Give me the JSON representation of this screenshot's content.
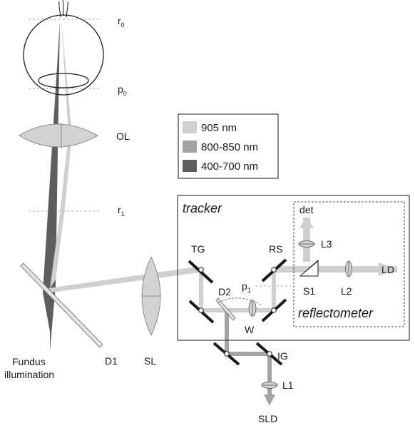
{
  "colors": {
    "beam_905": "#cfcfcf",
    "beam_800_850": "#a3a3a3",
    "beam_400_700": "#5e5e5e",
    "lens_fill": "#d2d2d2",
    "line": "#1a1a1a",
    "dash": "#888888"
  },
  "legend": {
    "items": [
      {
        "label": "905 nm",
        "color": "#cfcfcf"
      },
      {
        "label": "800-850 nm",
        "color": "#a3a3a3"
      },
      {
        "label": "400-700 nm",
        "color": "#5e5e5e"
      }
    ]
  },
  "planes": {
    "r0": {
      "main": "r",
      "sub": "0"
    },
    "p0": {
      "main": "p",
      "sub": "0"
    },
    "r1": {
      "main": "r",
      "sub": "1"
    },
    "p1": {
      "main": "p",
      "sub": "1"
    }
  },
  "components": {
    "ol": "OL",
    "sl": "SL",
    "d1": "D1",
    "d2": "D2",
    "tg": "TG",
    "rs": "RS",
    "ig": "IG",
    "w": "W",
    "s1": "S1",
    "l1": "L1",
    "l2": "L2",
    "l3": "L3",
    "ld": "LD",
    "det": "det",
    "sld": "SLD"
  },
  "fundus": {
    "line1": "Fundus",
    "line2": "illumination"
  },
  "boxes": {
    "tracker": "tracker",
    "reflectometer": "reflectometer"
  }
}
